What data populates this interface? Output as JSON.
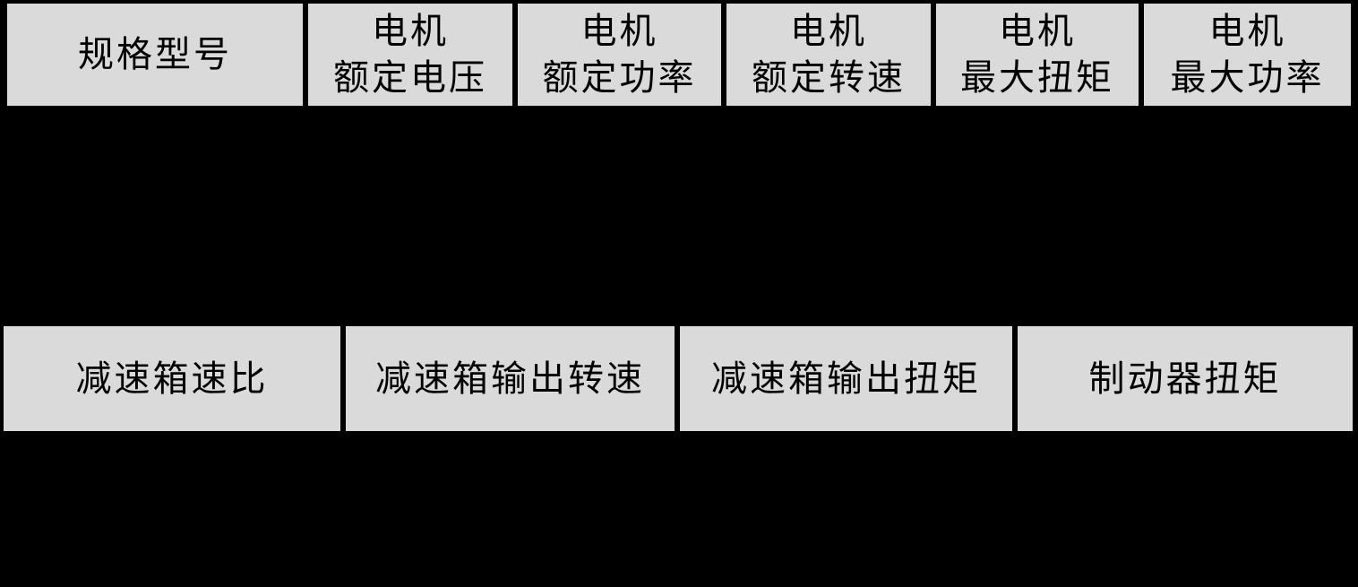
{
  "colors": {
    "page_background": "#000000",
    "cell_background": "#dadada",
    "cell_text": "#000000"
  },
  "table": {
    "motor_header_row": [
      {
        "label": "规格型号"
      },
      {
        "label": "电机\n额定电压"
      },
      {
        "label": "电机\n额定功率"
      },
      {
        "label": "电机\n额定转速"
      },
      {
        "label": "电机\n最大扭矩"
      },
      {
        "label": "电机\n最大功率"
      }
    ],
    "gearbox_header_row": [
      {
        "label": "减速箱速比"
      },
      {
        "label": "减速箱输出转速"
      },
      {
        "label": "减速箱输出扭矩"
      },
      {
        "label": "制动器扭矩"
      }
    ]
  }
}
